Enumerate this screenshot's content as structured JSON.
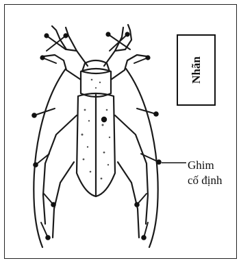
{
  "label_box": {
    "text": "Nhãn"
  },
  "pin_caption": {
    "line1": "Ghim",
    "line2": "cố định"
  },
  "colors": {
    "ink": "#1a1a1a",
    "paper": "#ffffff"
  }
}
